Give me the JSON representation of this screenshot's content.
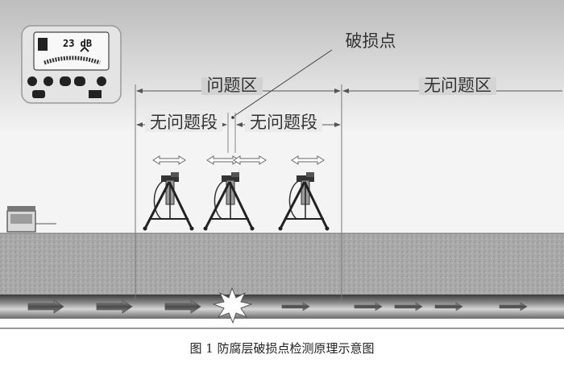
{
  "labels": {
    "damage_point": "破损点",
    "problem_zone": "问题区",
    "no_problem_zone": "无问题区",
    "no_problem_segment_left": "无问题段",
    "no_problem_segment_right": "无问题段"
  },
  "detector_display": {
    "reading": "23 dB"
  },
  "caption": "图 1 防腐层破损点检测原理示意图",
  "icons": {
    "detector": "handheld-detector-icon",
    "transmitter": "signal-transmitter-icon",
    "damage": "damage-spark-icon",
    "tripod": "a-frame-tripod-icon",
    "current_arrow": "signal-current-arrow-icon"
  }
}
